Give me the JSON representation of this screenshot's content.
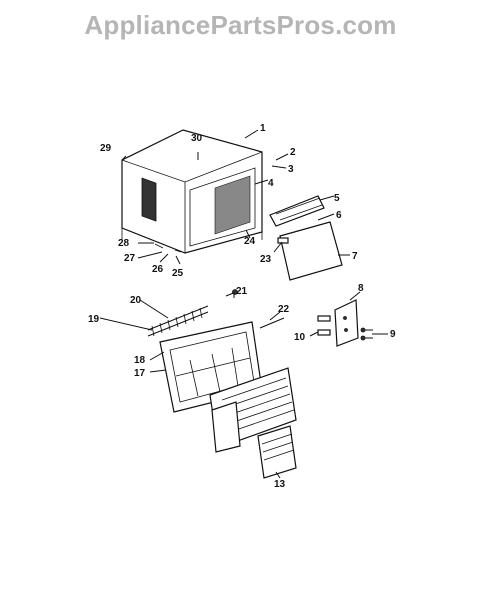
{
  "watermark": "AppliancePartsPros.com",
  "callouts": [
    "1",
    "2",
    "3",
    "4",
    "5",
    "6",
    "7",
    "8",
    "9",
    "10",
    "13",
    "17",
    "18",
    "19",
    "20",
    "21",
    "22",
    "23",
    "24",
    "25",
    "26",
    "27",
    "28",
    "29",
    "30"
  ]
}
